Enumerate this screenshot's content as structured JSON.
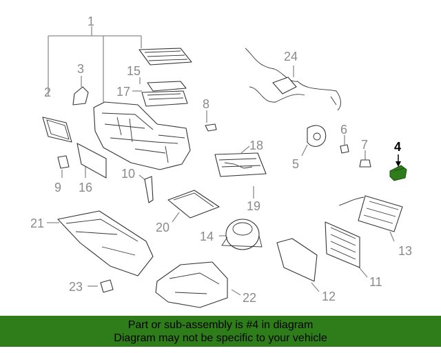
{
  "labels": {
    "l1": "1",
    "l2": "2",
    "l3": "3",
    "l4": "4",
    "l5": "5",
    "l6": "6",
    "l7": "7",
    "l8": "8",
    "l9": "9",
    "l10": "10",
    "l11": "11",
    "l12": "12",
    "l13": "13",
    "l14": "14",
    "l15": "15",
    "l16": "16",
    "l17": "17",
    "l18": "18",
    "l19": "19",
    "l20": "20",
    "l21": "21",
    "l22": "22",
    "l23": "23",
    "l24": "24"
  },
  "highlight": {
    "part": "4",
    "color": "#2e7d1a"
  },
  "banner": {
    "line1": "Part or sub-assembly is #4 in diagram",
    "line2": "Diagram may not be specific to your vehicle",
    "color": "#2e7d1a"
  }
}
